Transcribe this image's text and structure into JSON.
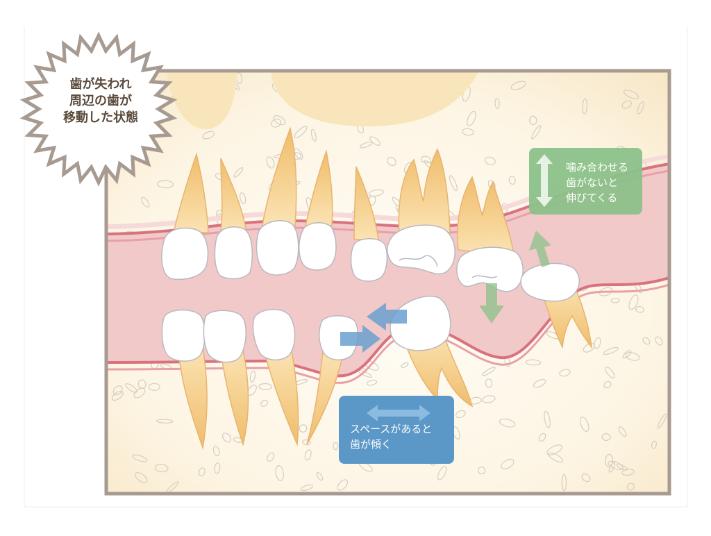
{
  "title": {
    "lines": [
      "歯が失われ",
      "周辺の歯が",
      "移動した状態"
    ]
  },
  "callout_extrusion": {
    "lines": [
      "噛み合わせる",
      "歯がないと",
      "伸びてくる"
    ],
    "color": "#8cc18a"
  },
  "callout_tilt": {
    "lines": [
      "スペースがあると",
      "歯が傾く"
    ],
    "color": "#5b97c7"
  },
  "colors": {
    "frame": "#a79a91",
    "bone": "#fbf1dc",
    "gum": "#f2c9c9",
    "gum_edge": "#d9727e",
    "tooth_crown": "#ffffff",
    "tooth_root": "#f3c883",
    "arrow_blue": "#5b97c7",
    "arrow_green": "#8cc18a"
  }
}
